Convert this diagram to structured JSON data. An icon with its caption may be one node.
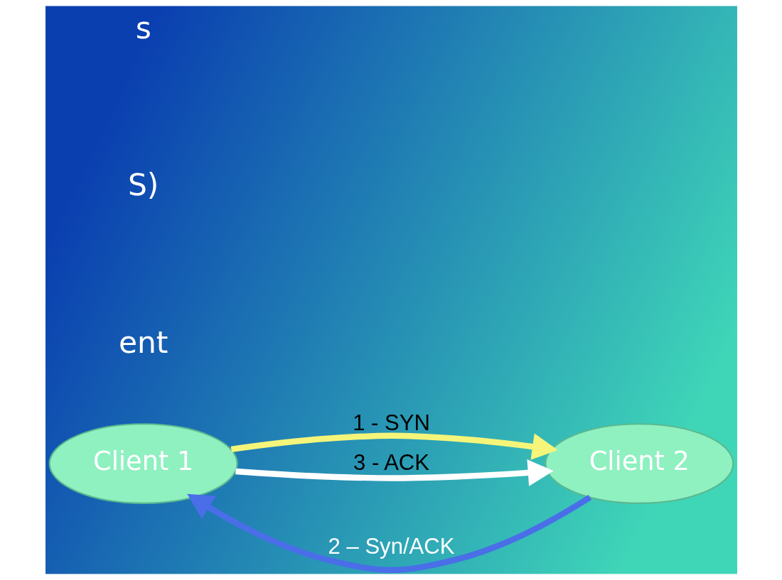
{
  "diagram": {
    "nodes": [
      {
        "text": [
          "Client 1"
        ]
      },
      {
        "text": [
          "Client 2"
        ]
      }
    ],
    "edges": [
      {
        "from": 0,
        "to": 1,
        "arrow": "to",
        "label": "1 - SYN",
        "color": "#f5f57a"
      },
      {
        "from": 1,
        "to": 0,
        "arrow": "to",
        "label": "2 – Syn/ACK",
        "color": "#4a6ee8"
      },
      {
        "from": 0,
        "to": 1,
        "arrow": "to",
        "label": "3 - ACK",
        "color": "#ffffff"
      }
    ],
    "labels": [
      "s",
      "S)",
      "ent"
    ]
  }
}
